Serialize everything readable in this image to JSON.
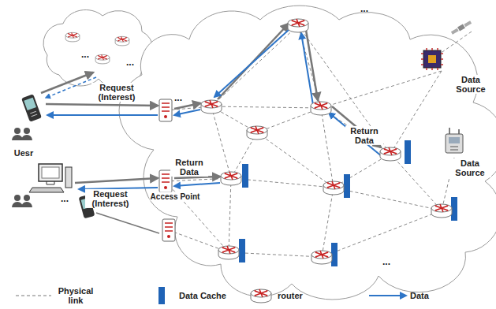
{
  "diagram": {
    "labels": [
      "...",
      "...",
      "...",
      "Request (Interest)",
      "...",
      "Data Source",
      "Return Data",
      "Data Source",
      "Uesr",
      "Return Data",
      "Access Point",
      "Request (Interest)",
      "...",
      "..."
    ],
    "legend": [
      {
        "text": "Physical link"
      },
      {
        "text": "Data Cache",
        "color": "#1f63b6"
      },
      {
        "text": "router"
      },
      {
        "text": "Data"
      }
    ]
  }
}
